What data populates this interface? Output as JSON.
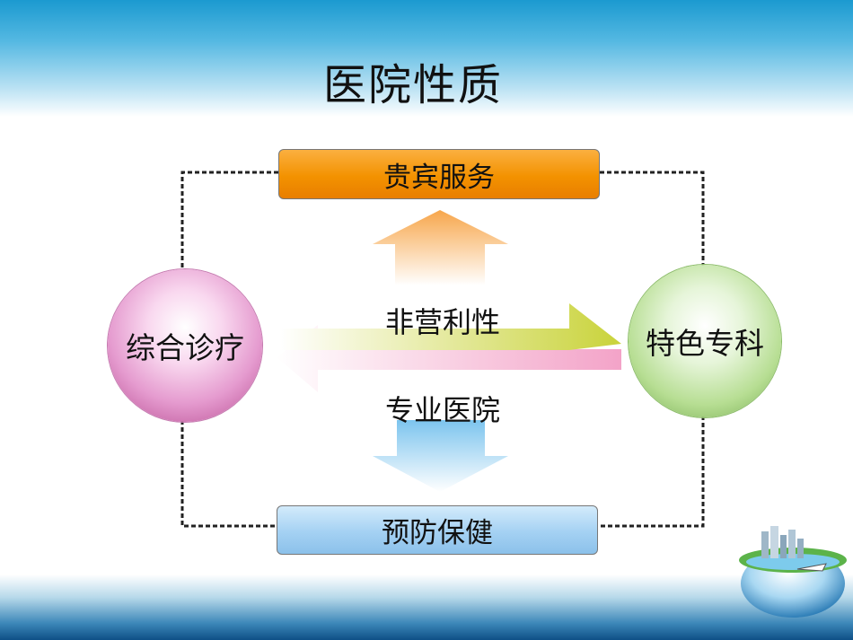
{
  "title": "医院性质",
  "nodes": {
    "top": "贵宾服务",
    "bottom": "预防保健",
    "left": "综合诊疗",
    "right": "特色专科"
  },
  "arrows": {
    "upper": "非营利性",
    "lower": "专业医院"
  },
  "colors": {
    "top_box": "#f39200",
    "bottom_box": "#a4d1f3",
    "left_sphere": "#e59bcf",
    "right_sphere": "#b7de93",
    "right_arrow": "#c9d33a",
    "left_arrow": "#f3a3c8"
  }
}
